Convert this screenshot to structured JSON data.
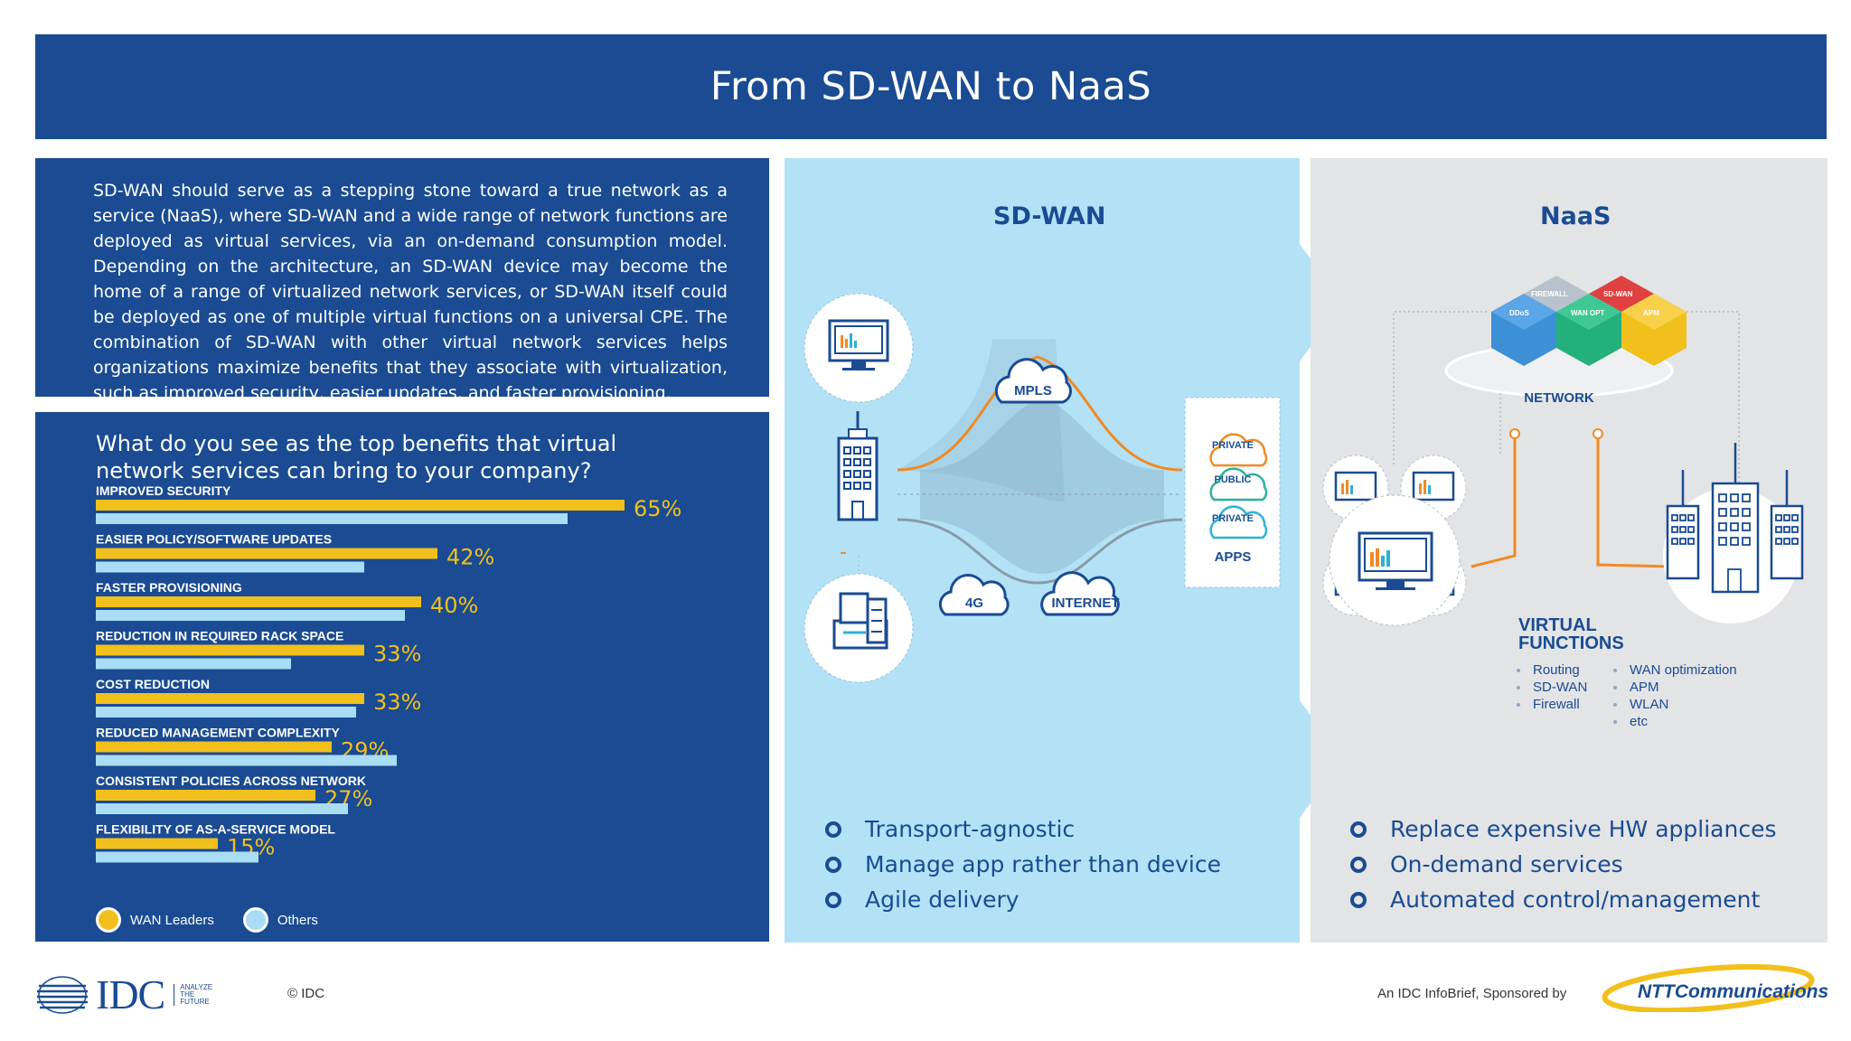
{
  "title": "From SD-WAN to NaaS",
  "intro_text": "SD-WAN should serve as a stepping stone toward a true network as a service (NaaS), where SD-WAN and a wide range of network functions are deployed as virtual services, via an on-demand consumption model. Depending on the architecture, an SD-WAN device may become the home of a range of virtualized network services, or SD-WAN itself could be deployed as one of multiple virtual functions on a universal CPE. The combination of SD-WAN with other virtual network services helps organizations maximize benefits that they associate with virtualization, such as improved security, easier updates, and faster provisioning.",
  "chart_data": {
    "type": "bar",
    "orientation": "horizontal",
    "title": "What do you see as the top benefits that virtual network services can bring to your company?",
    "categories": [
      "IMPROVED SECURITY",
      "EASIER POLICY/SOFTWARE UPDATES",
      "FASTER PROVISIONING",
      "REDUCTION IN REQUIRED RACK SPACE",
      "COST REDUCTION",
      "REDUCED MANAGEMENT COMPLEXITY",
      "CONSISTENT POLICIES ACROSS NETWORK",
      "FLEXIBILITY OF AS-A-SERVICE MODEL"
    ],
    "series": [
      {
        "name": "WAN Leaders",
        "color": "#f2c01c",
        "values": [
          65,
          42,
          40,
          33,
          33,
          29,
          27,
          15
        ],
        "labels": [
          "65%",
          "42%",
          "40%",
          "33%",
          "33%",
          "29%",
          "27%",
          "15%"
        ]
      },
      {
        "name": "Others",
        "color": "#a9dcf5",
        "values": [
          58,
          33,
          38,
          24,
          32,
          37,
          31,
          20
        ]
      }
    ],
    "xlim": [
      0,
      100
    ],
    "grid": false,
    "legend_position": "bottom-left"
  },
  "sdwan": {
    "title": "SD-WAN",
    "clouds": {
      "mpls": "MPLS",
      "g4": "4G",
      "internet": "INTERNET",
      "private1": "PRIVATE",
      "public": "PUBLIC",
      "private2": "PRIVATE"
    },
    "apps_label": "APPS",
    "bullets": [
      "Transport-agnostic",
      "Manage app rather than device",
      "Agile delivery"
    ]
  },
  "naas": {
    "title": "NaaS",
    "hex_labels": {
      "firewall": "FIREWALL",
      "sdwan": "SD-WAN",
      "ddos": "DDoS",
      "wanopt": "WAN OPT",
      "apm": "APM"
    },
    "network_label": "NETWORK",
    "vf_title_line1": "VIRTUAL",
    "vf_title_line2": "FUNCTIONS",
    "vf_col1": [
      "Routing",
      "SD-WAN",
      "Firewall"
    ],
    "vf_col2": [
      "WAN optimization",
      "APM",
      "WLAN",
      "etc"
    ],
    "bullets": [
      "Replace expensive HW appliances",
      "On-demand services",
      "Automated control/management"
    ]
  },
  "footer": {
    "idc": "IDC",
    "idc_tag1": "ANALYZE",
    "idc_tag2": "THE",
    "idc_tag3": "FUTURE",
    "copyright": "© IDC",
    "sponsor": "An IDC InfoBrief, Sponsored by",
    "ntt": "NTTCommunications"
  }
}
